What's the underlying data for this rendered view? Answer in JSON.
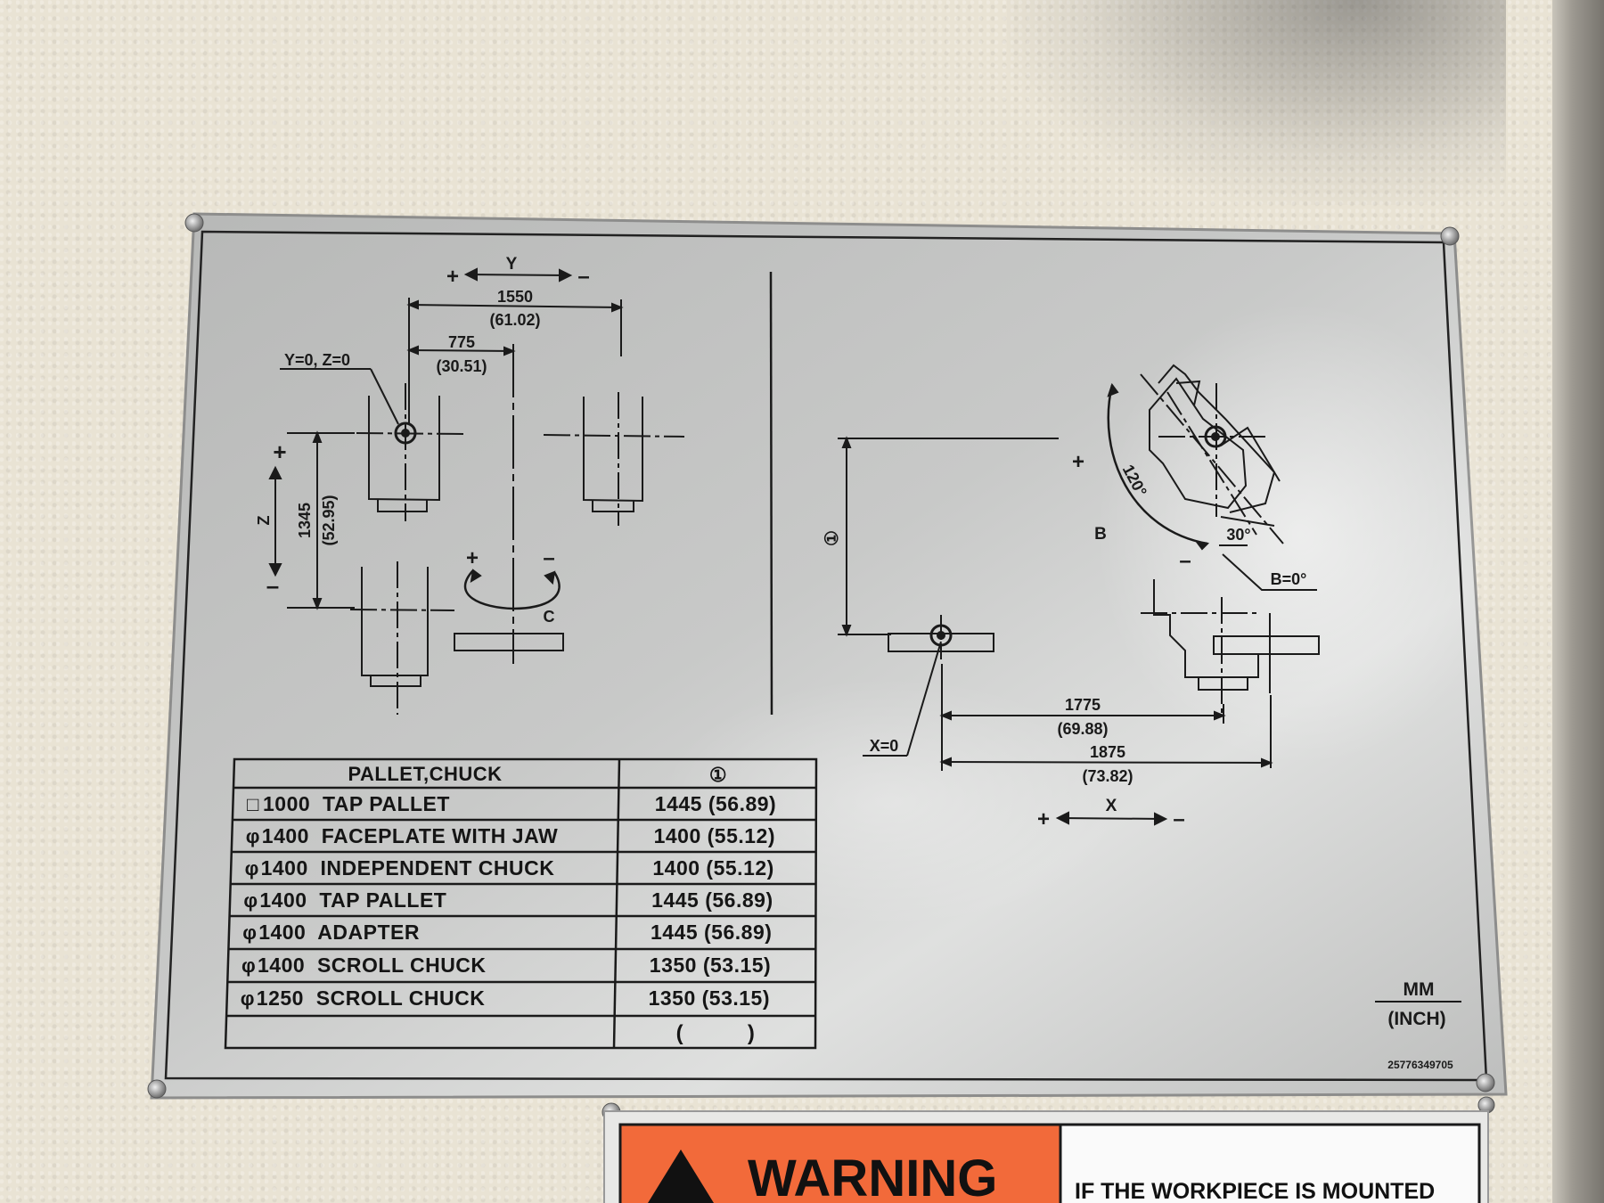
{
  "diagram": {
    "y_axis_label": "Y",
    "plus": "+",
    "minus": "–",
    "dim_1550": "1550",
    "dim_1550_in": "(61.02)",
    "dim_775": "775",
    "dim_775_in": "(30.51)",
    "origin_yz": "Y=0, Z=0",
    "z_axis_label": "Z",
    "dim_1345": "1345",
    "dim_1345_in": "(52.95)",
    "c_axis_label": "C",
    "circled_one": "①",
    "angle_120": "120°",
    "angle_30": "30°",
    "b_axis_label": "B",
    "b_zero": "B=0°",
    "x_zero": "X=0",
    "dim_1775": "1775",
    "dim_1775_in": "(69.88)",
    "dim_1875": "1875",
    "dim_1875_in": "(73.82)",
    "x_axis_label": "X"
  },
  "table": {
    "header_left": "PALLET,CHUCK",
    "header_right": "①",
    "rows": [
      {
        "symbol": "□",
        "name": "1000  TAP PALLET",
        "value": "1445 (56.89)"
      },
      {
        "symbol": "φ",
        "name": "1400  FACEPLATE WITH JAW",
        "value": "1400 (55.12)"
      },
      {
        "symbol": "φ",
        "name": "1400  INDEPENDENT CHUCK",
        "value": "1400 (55.12)"
      },
      {
        "symbol": "φ",
        "name": "1400  TAP PALLET",
        "value": "1445 (56.89)"
      },
      {
        "symbol": "φ",
        "name": "1400  ADAPTER",
        "value": "1445 (56.89)"
      },
      {
        "symbol": "φ",
        "name": "1400  SCROLL CHUCK",
        "value": "1350 (53.15)"
      },
      {
        "symbol": "φ",
        "name": "1250  SCROLL CHUCK",
        "value": "1350 (53.15)"
      }
    ],
    "empty_row_value": "(          )"
  },
  "units": {
    "top": "MM",
    "bottom": "(INCH)"
  },
  "part_number": "25776349705",
  "warning": {
    "label": "WARNING",
    "message": "IF THE WORKPIECE IS MOUNTED"
  },
  "colors": {
    "plate": "#bfc0bf",
    "ink": "#1a1a1a",
    "warning_orange": "#f26a3a"
  }
}
